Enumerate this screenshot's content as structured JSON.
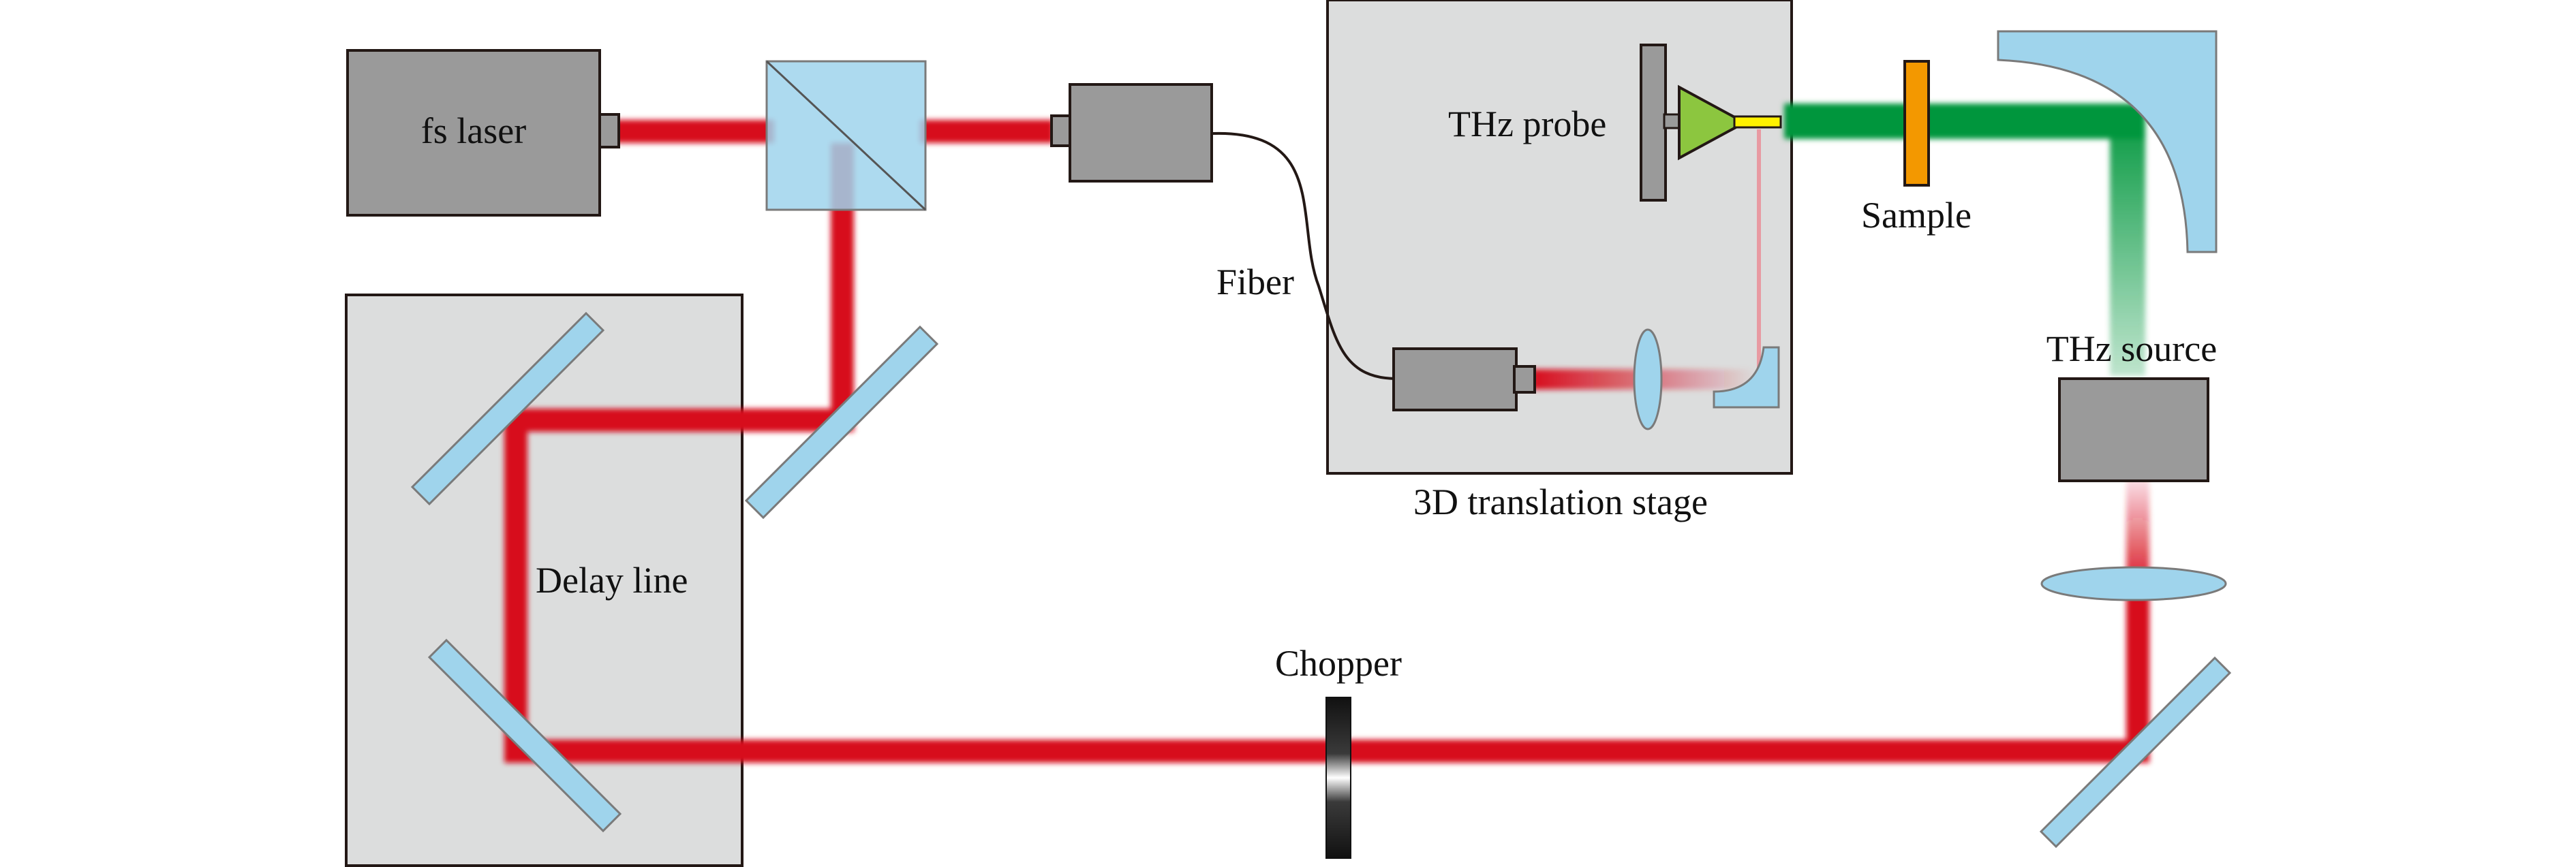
{
  "labels": {
    "fs_laser": "fs laser",
    "thz_probe": "THz probe",
    "fiber": "Fiber",
    "sample": "Sample",
    "thz_source": "THz source",
    "delay_line": "Delay line",
    "translation_stage": "3D translation stage",
    "chopper": "Chopper"
  },
  "colors": {
    "laser_beam": "#d70f1f",
    "thz_beam": "#00963c",
    "optic_blue": "#9fd4ec",
    "device_gray": "#9a9a9a",
    "stage_gray": "#dcdddd",
    "probe_green": "#8cc63f",
    "sample_orange": "#f39800",
    "tip_yellow": "#fff100"
  }
}
